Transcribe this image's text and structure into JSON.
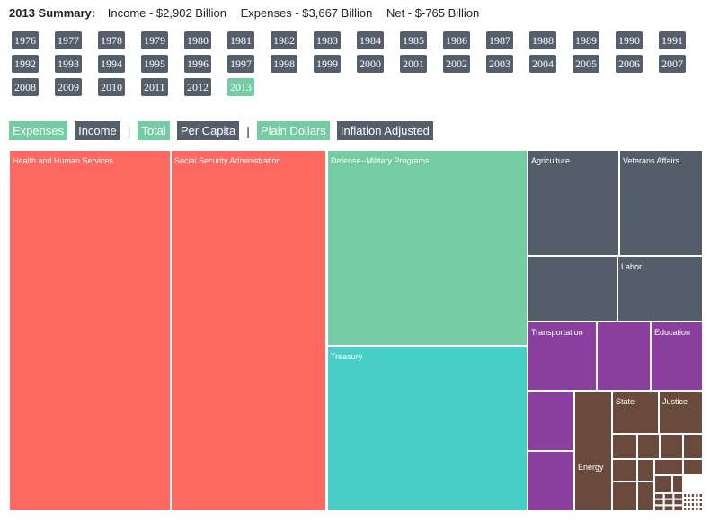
{
  "summary": {
    "lead": "2013 Summary:",
    "income": "Income - $2,902 Billion",
    "expenses": "Expenses - $3,667 Billion",
    "net": "Net - $-765 Billion"
  },
  "years": [
    "1976",
    "1977",
    "1978",
    "1979",
    "1980",
    "1981",
    "1982",
    "1983",
    "1984",
    "1985",
    "1986",
    "1987",
    "1988",
    "1989",
    "1990",
    "1991",
    "1992",
    "1993",
    "1994",
    "1995",
    "1996",
    "1997",
    "1998",
    "1999",
    "2000",
    "2001",
    "2002",
    "2003",
    "2004",
    "2005",
    "2006",
    "2007",
    "2008",
    "2009",
    "2010",
    "2011",
    "2012",
    "2013"
  ],
  "selected_year": "2013",
  "controls": {
    "expenses": "Expenses",
    "income": "Income",
    "total": "Total",
    "per_capita": "Per Capita",
    "plain_dollars": "Plain Dollars",
    "inflation_adjusted": "Inflation Adjusted",
    "separator": "|"
  },
  "colors": {
    "button_bg": "#555f6b",
    "button_active": "#74cca2",
    "red": "#ff6961",
    "green": "#74cca2",
    "teal": "#47cec6",
    "slate": "#545e6b",
    "purple": "#8a3f9e",
    "brown": "#6a4a3c"
  },
  "chart_data": {
    "type": "treemap",
    "title": "",
    "nodes": [
      {
        "label": "Health and Human Services",
        "color": "red"
      },
      {
        "label": "Social Security Administration",
        "color": "red"
      },
      {
        "label": "Defense--Military Programs",
        "color": "green"
      },
      {
        "label": "Treasury",
        "color": "teal"
      },
      {
        "label": "Agriculture",
        "color": "slate"
      },
      {
        "label": "Veterans Affairs",
        "color": "slate"
      },
      {
        "label": "",
        "color": "slate"
      },
      {
        "label": "Labor",
        "color": "slate"
      },
      {
        "label": "Transportation",
        "color": "purple"
      },
      {
        "label": "",
        "color": "purple"
      },
      {
        "label": "Education",
        "color": "purple"
      },
      {
        "label": "",
        "color": "purple"
      },
      {
        "label": "",
        "color": "purple"
      },
      {
        "label": "Energy",
        "color": "brown"
      },
      {
        "label": "State",
        "color": "brown"
      },
      {
        "label": "Justice",
        "color": "brown"
      }
    ]
  }
}
